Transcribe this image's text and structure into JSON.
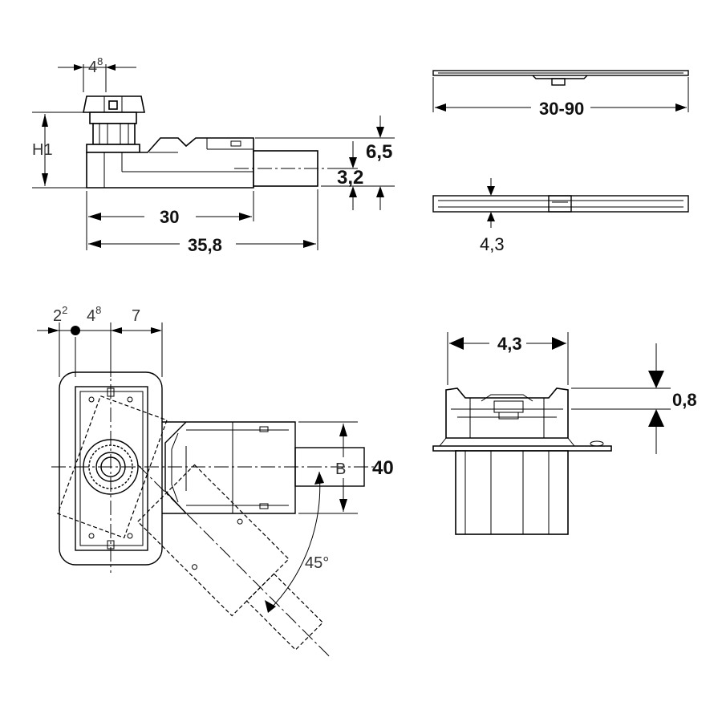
{
  "drawing": {
    "side_view": {
      "top_width_label": "4",
      "top_width_sup": "8",
      "height_label": "H1",
      "length_30": "30",
      "length_358": "35,8",
      "height_65": "6,5",
      "height_32": "3,2"
    },
    "channel_top_view": {
      "length_label": "30-90"
    },
    "channel_side_view": {
      "height_label": "4,3"
    },
    "plan_view": {
      "dim_a": "2",
      "dim_a_sup": "2",
      "dim_b": "4",
      "dim_b_sup": "8",
      "dim_c": "7",
      "outlet_label": "B",
      "outlet_size": "40",
      "angle_label": "45°"
    },
    "section_view": {
      "width_label": "4,3",
      "height_label": "0,8"
    }
  }
}
